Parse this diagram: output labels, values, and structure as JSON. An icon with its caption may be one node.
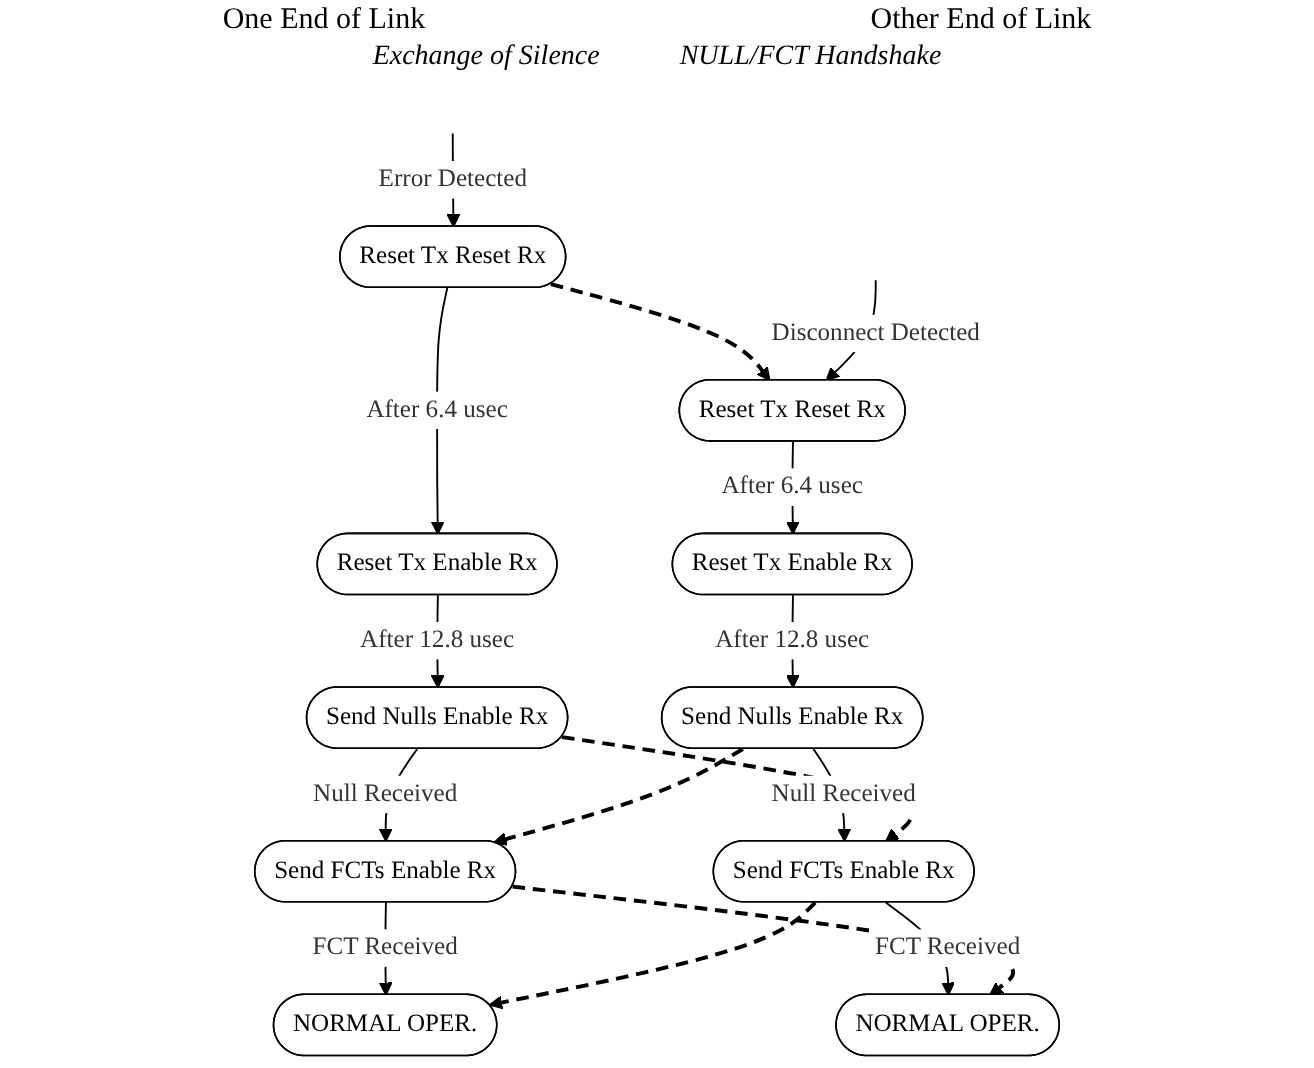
{
  "diagram": {
    "nodes": [
      {
        "text": [
          "Reset Tx Reset Rx"
        ]
      },
      {
        "text": [
          "Reset Tx Enable Rx"
        ]
      },
      {
        "text": [
          "Send Nulls Enable Rx"
        ]
      },
      {
        "text": [
          "Send FCTs Enable Rx"
        ]
      },
      {
        "text": [
          "NORMAL OPER."
        ]
      },
      {
        "text": [
          "Reset Tx Reset Rx"
        ]
      },
      {
        "text": [
          "Reset Tx Enable Rx"
        ]
      },
      {
        "text": [
          "Send Nulls Enable Rx"
        ]
      },
      {
        "text": [
          "Send FCTs Enable Rx"
        ]
      },
      {
        "text": [
          "NORMAL OPER."
        ]
      }
    ],
    "edges": [
      {
        "from": null,
        "to": 0,
        "arrow": "to",
        "label": "Error Detected"
      },
      {
        "from": 0,
        "to": 1,
        "arrow": "to",
        "label": "After 6.4 usec"
      },
      {
        "from": 1,
        "to": 2,
        "arrow": "to",
        "label": "After 12.8 usec"
      },
      {
        "from": 2,
        "to": 3,
        "arrow": "to",
        "label": "Null Received"
      },
      {
        "from": 3,
        "to": 4,
        "arrow": "to",
        "label": "FCT Received"
      },
      {
        "from": 0,
        "to": 5,
        "arrow": "to",
        "style": "dashed"
      },
      {
        "from": null,
        "to": 5,
        "arrow": "to",
        "label": "Disconnect Detected"
      },
      {
        "from": 5,
        "to": 6,
        "arrow": "to",
        "label": "After 6.4 usec"
      },
      {
        "from": 6,
        "to": 7,
        "arrow": "to",
        "label": "After 12.8 usec"
      },
      {
        "from": 7,
        "to": 8,
        "arrow": "to",
        "label": "Null Received"
      },
      {
        "from": 8,
        "to": 9,
        "arrow": "to",
        "label": "FCT Received"
      },
      {
        "from": 2,
        "to": 8,
        "arrow": "to",
        "style": "dashed"
      },
      {
        "from": 7,
        "to": 3,
        "arrow": "to",
        "style": "dashed"
      },
      {
        "from": 3,
        "to": 9,
        "arrow": "to",
        "style": "dashed"
      },
      {
        "from": 8,
        "to": 4,
        "arrow": "to",
        "style": "dashed"
      }
    ],
    "labels": [
      "One End of Link",
      "Other End of Link",
      "Exchange of Silence",
      "NULL/FCT Handshake"
    ]
  }
}
